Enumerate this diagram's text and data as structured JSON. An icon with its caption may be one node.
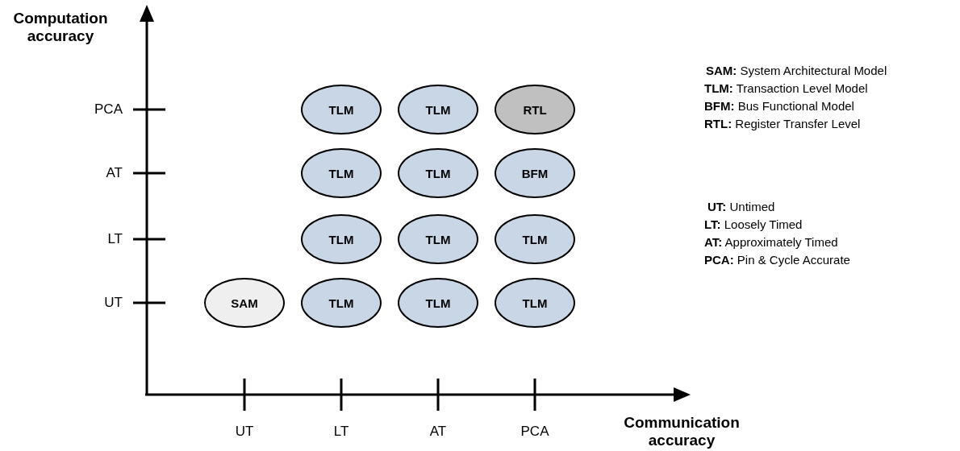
{
  "diagram": {
    "nodes": [
      {
        "text": [
          "TLM"
        ]
      },
      {
        "text": [
          "TLM"
        ]
      },
      {
        "text": [
          "RTL"
        ]
      },
      {
        "text": [
          "TLM"
        ]
      },
      {
        "text": [
          "TLM"
        ]
      },
      {
        "text": [
          "BFM"
        ]
      },
      {
        "text": [
          "TLM"
        ]
      },
      {
        "text": [
          "TLM"
        ]
      },
      {
        "text": [
          "TLM"
        ]
      },
      {
        "text": [
          "SAM"
        ]
      },
      {
        "text": [
          "TLM"
        ]
      },
      {
        "text": [
          "TLM"
        ]
      },
      {
        "text": [
          "TLM"
        ]
      }
    ],
    "edges": [],
    "labels": [
      "Computation accuracy",
      "PCA",
      "**SAM:** System Architectural Model",
      "**TLM:** Transaction Level Model",
      "**BFM:** Bus Functional Model",
      "**RTL:** Register Transfer Level",
      "AT",
      "**UT:** Untimed",
      "LT",
      "**LT:** Loosely Timed",
      "**AT:** Approximately Timed",
      "**PCA:** Pin & Cycle Accurate",
      "UT",
      "UT",
      "LT",
      "AT",
      "PCA",
      "Communication accuracy"
    ]
  }
}
